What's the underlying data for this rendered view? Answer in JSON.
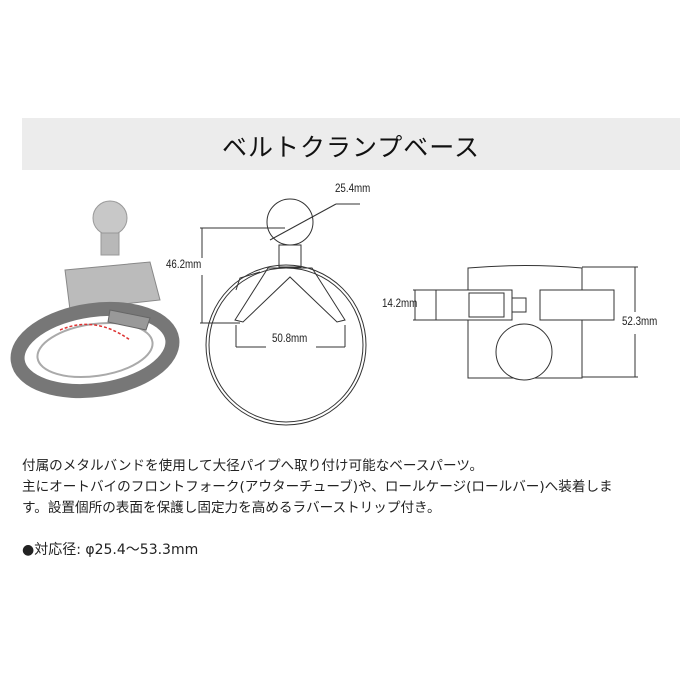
{
  "header": {
    "title": "ベルトクランプベース"
  },
  "dimensions": {
    "ball": "25.4mm",
    "height": "46.2mm",
    "base_width": "50.8mm",
    "band_width": "14.2mm",
    "length": "52.3mm"
  },
  "description": {
    "lines": [
      "付属のメタルバンドを使用して大径パイプへ取り付け可能なベースパーツ。",
      "主にオートバイのフロントフォーク(アウターチューブ)や、ロールケージ(ロールバー)へ装着しま",
      "す。設置個所の表面を保護し固定力を高めるラバーストリップ付き。"
    ],
    "spec": "●対応径: φ25.4～53.3mm"
  }
}
